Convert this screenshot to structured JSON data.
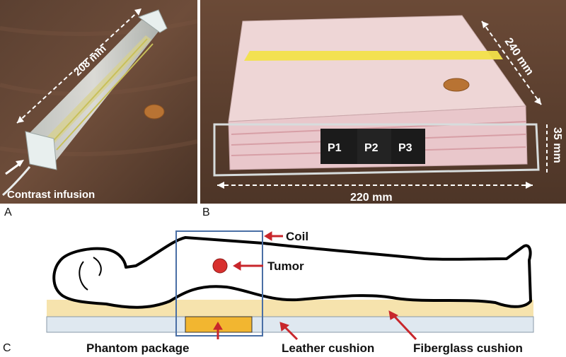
{
  "panels": {
    "a": {
      "letter": "A",
      "dimension": "208 mm",
      "caption": "Contrast infusion"
    },
    "b": {
      "letter": "B",
      "depth": "240 mm",
      "height": "35 mm",
      "width": "220 mm",
      "positions": [
        "P1",
        "P2",
        "P3"
      ]
    },
    "c": {
      "letter": "C",
      "labels": {
        "coil": "Coil",
        "tumor": "Tumor",
        "phantom_package": "Phantom package",
        "leather_cushion": "Leather cushion",
        "fiberglass_cushion": "Fiberglass cushion"
      }
    }
  },
  "colors": {
    "arrow_red": "#c8262b",
    "coil_blue": "#4a6fa5",
    "cushion_yellow": "#f6e3ad",
    "cushion_blue": "#dfe8f0",
    "phantom_orange": "#f2b630",
    "tumor_red": "#d8302e"
  }
}
